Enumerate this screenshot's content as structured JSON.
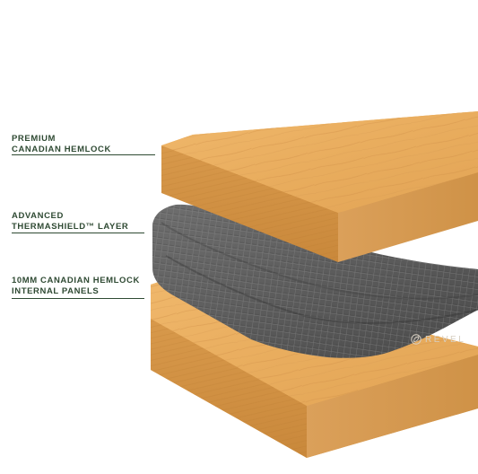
{
  "labels": {
    "top": {
      "line1": "PREMIUM",
      "line2": "CANADIAN HEMLOCK"
    },
    "middle": {
      "line1": "ADVANCED",
      "line2": "THERMASHIELD™ LAYER"
    },
    "bottom": {
      "line1": "10MM CANADIAN HEMLOCK",
      "line2": "INTERNAL PANELS"
    }
  },
  "brand": {
    "name": "REVEL",
    "icon": "leaf-icon"
  },
  "colors": {
    "label_text": "#2f4a33",
    "wood_top": "#e6a95b",
    "wood_edge": "#cf8f3f",
    "insulation": "#5e5e5e"
  }
}
